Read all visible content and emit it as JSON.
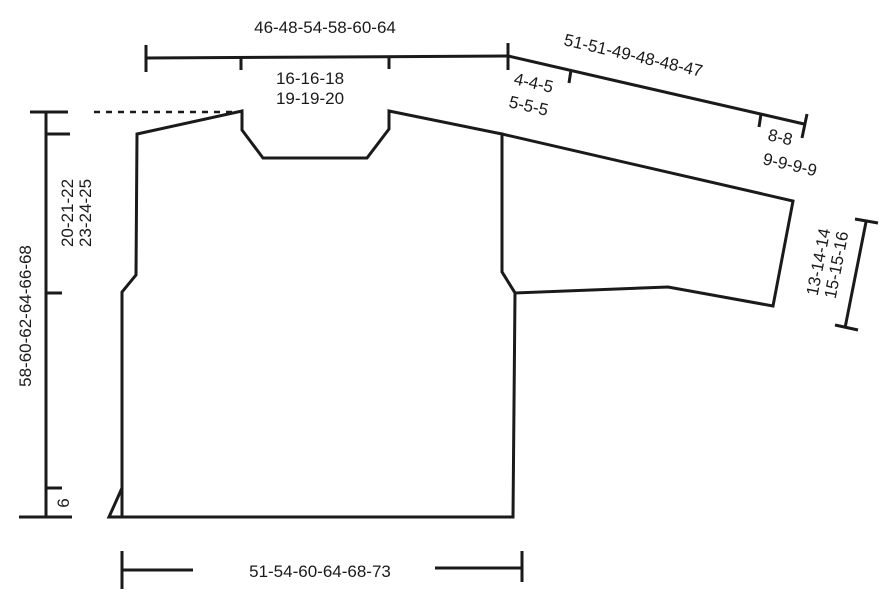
{
  "diagram": {
    "title": "Sweater schematic (knitting pattern measurements in cm)",
    "stroke_color": "#1a1a1a",
    "background": "#ffffff",
    "labels": {
      "top_width": "46-48-54-58-60-64",
      "neck_width_line1": "16-16-18",
      "neck_width_line2": "19-19-20",
      "sleeve_length": "51-51-49-48-48-47",
      "shoulder_line1": "4-4-5",
      "shoulder_line2": "5-5-5",
      "cuff_line1": "8-8",
      "cuff_line2": "9-9-9-9",
      "cuff_width_line1": "13-14-14",
      "cuff_width_line2": "15-15-16",
      "total_length": "58-60-62-64-66-68",
      "armhole_depth_line1": "20-21-22",
      "armhole_depth_line2": "23-24-25",
      "rib_height": "6",
      "bottom_width": "51-54-60-64-68-73"
    }
  }
}
